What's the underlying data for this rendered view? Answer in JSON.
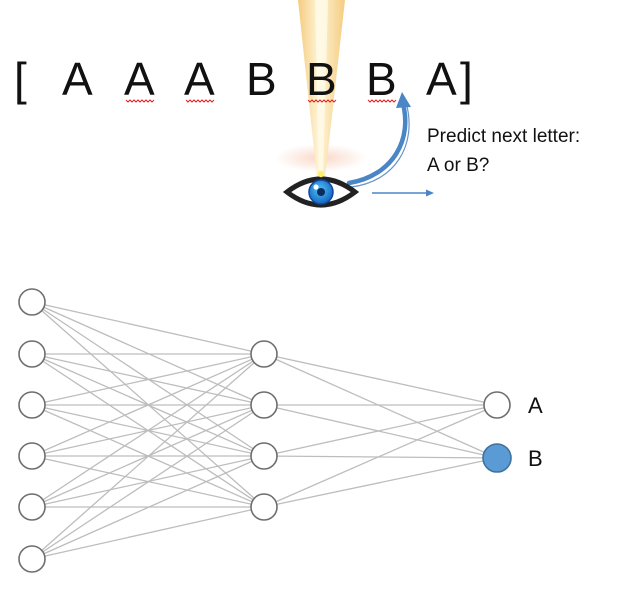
{
  "sequence": {
    "open_bracket": "[",
    "letters": [
      "A",
      "A",
      "A",
      "B",
      "B",
      "B",
      "A"
    ],
    "close_bracket": "]"
  },
  "prompt": {
    "line1": "Predict next letter:",
    "line2": "A or B?"
  },
  "network": {
    "layers": [
      6,
      4,
      2
    ],
    "output_labels": [
      "A",
      "B"
    ],
    "active_output": "B"
  },
  "colors": {
    "highlight_fill": "#5b9bd5",
    "spellcheck": "#e02020",
    "arrow": "#4a86c5",
    "beam": "#f2c26a",
    "edge": "#bdbdbd",
    "node_stroke": "#6e6e6e",
    "eye_iris": "#1e88e5"
  },
  "icons": {
    "eye": "eye-icon",
    "beam": "light-beam",
    "arrow": "curved-arrow-icon"
  }
}
